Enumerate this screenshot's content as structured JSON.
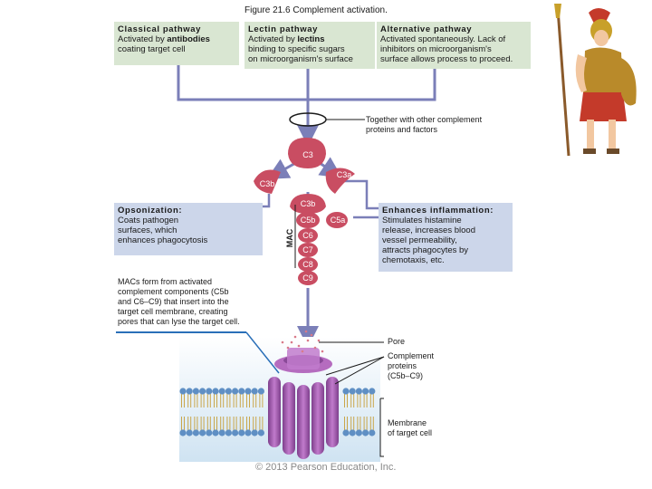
{
  "figure_title": "Figure 21.6 Complement activation.",
  "classical": {
    "heading": "Classical pathway",
    "line1_pre": "Activated by ",
    "line1_bold": "antibodies",
    "line2": "coating target cell"
  },
  "lectin": {
    "heading": "Lectin pathway",
    "line1_pre": "Activated by ",
    "line1_bold": "lectins",
    "line2": "binding to specific sugars",
    "line3": "on microorganism's surface"
  },
  "alternative": {
    "heading": "Alternative pathway",
    "line1": "Activated spontaneously. Lack of",
    "line2": "inhibitors on microorganism's",
    "line3": "surface allows process to proceed."
  },
  "together_note": {
    "line1": "Together with other complement",
    "line2": "proteins and factors"
  },
  "proteins": {
    "c3": "C3",
    "c3a": "C3a",
    "c3b_left": "C3b",
    "c3b": "C3b",
    "c5b": "C5b",
    "c5a": "C5a",
    "c6": "C6",
    "c7": "C7",
    "c8": "C8",
    "c9": "C9"
  },
  "mac_label": "MAC",
  "opsonization": {
    "heading": "Opsonization:",
    "line1": "Coats pathogen",
    "line2": "surfaces, which",
    "line3": "enhances phagocytosis"
  },
  "inflammation": {
    "heading": "Enhances inflammation:",
    "line1": "Stimulates histamine",
    "line2": "release, increases blood",
    "line3": "vessel permeability,",
    "line4": "attracts phagocytes by",
    "line5": "chemotaxis, etc."
  },
  "mac_note": {
    "line1": "MACs form from activated",
    "line2": "complement components (C5b",
    "line3": "and C6–C9) that insert into the",
    "line4": "target cell membrane, creating",
    "line5": "pores that can lyse the target cell."
  },
  "callouts": {
    "pore": "Pore",
    "complement_1": "Complement",
    "complement_2": "proteins",
    "complement_3": "(C5b–C9)",
    "membrane_1": "Membrane",
    "membrane_2": "of target cell"
  },
  "copyright": "© 2013 Pearson Education, Inc.",
  "colors": {
    "arrow": "#7b7fb8",
    "protein": "#c94d62",
    "mac_purple": "#a868b3",
    "green_box": "#d9e6d2",
    "blue_box": "#ccd6ea"
  }
}
